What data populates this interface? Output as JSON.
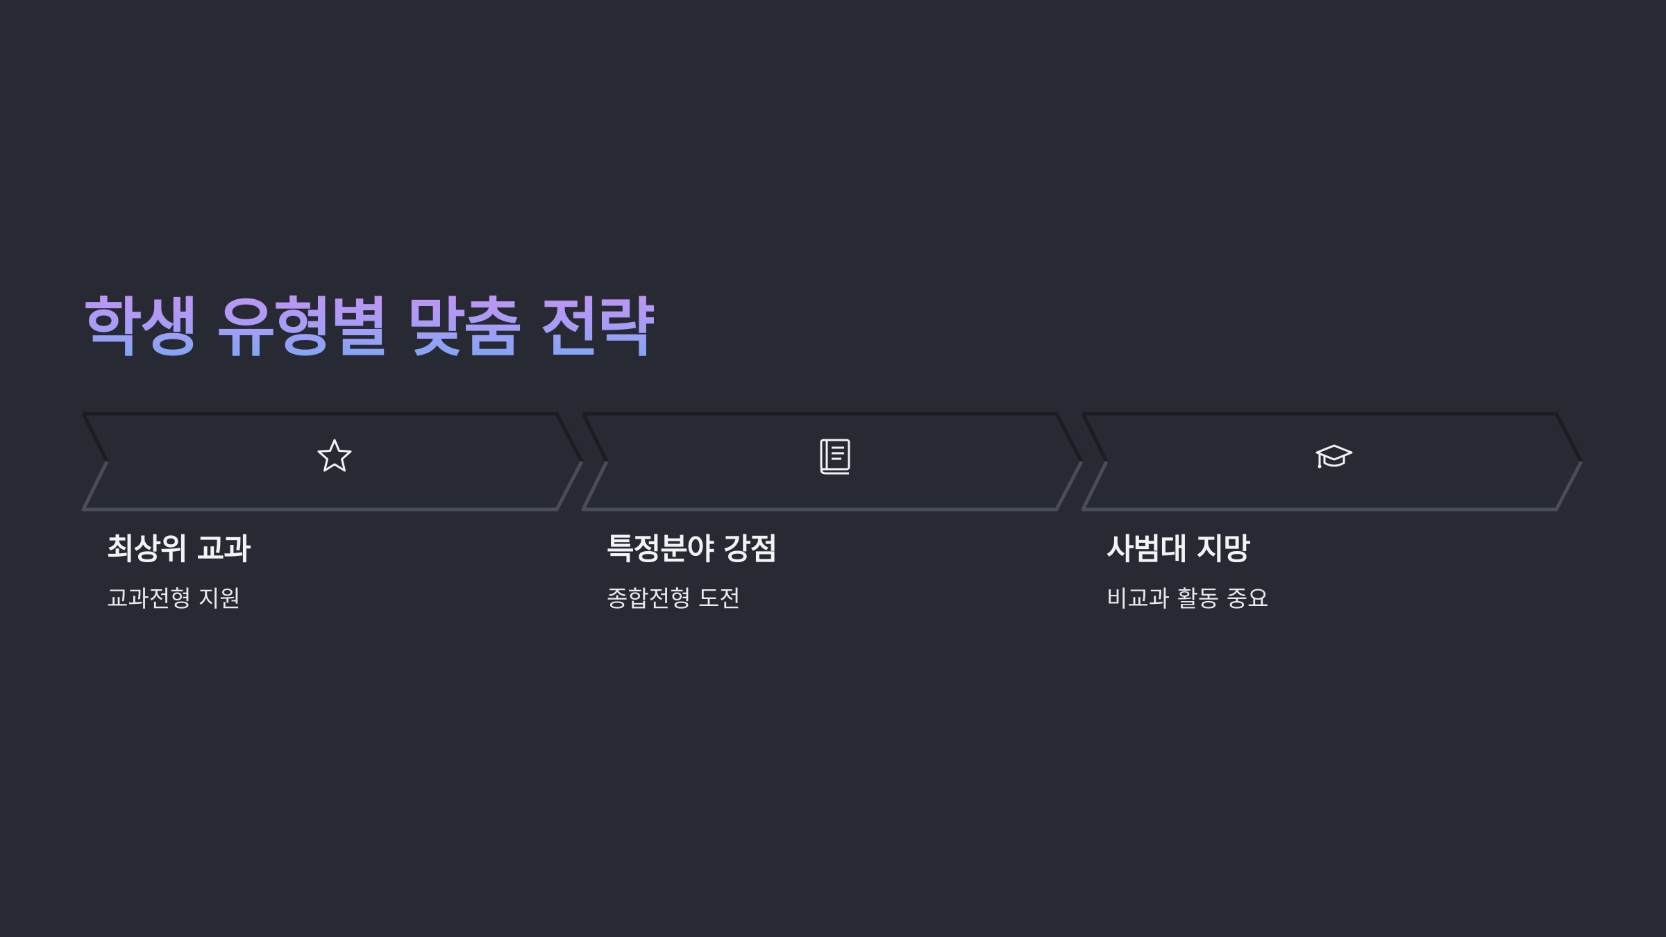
{
  "slide": {
    "title": "학생 유형별 맞춤 전략",
    "title_gradient": [
      "#c593f0",
      "#6fa9f4"
    ],
    "background": "#272a32"
  },
  "steps": [
    {
      "icon": "star-icon",
      "title": "최상위 교과",
      "description": "교과전형 지원"
    },
    {
      "icon": "book-icon",
      "title": "특정분야 강점",
      "description": "종합전형 도전"
    },
    {
      "icon": "graduation-cap-icon",
      "title": "사범대 지망",
      "description": "비교과 활동 중요"
    }
  ]
}
